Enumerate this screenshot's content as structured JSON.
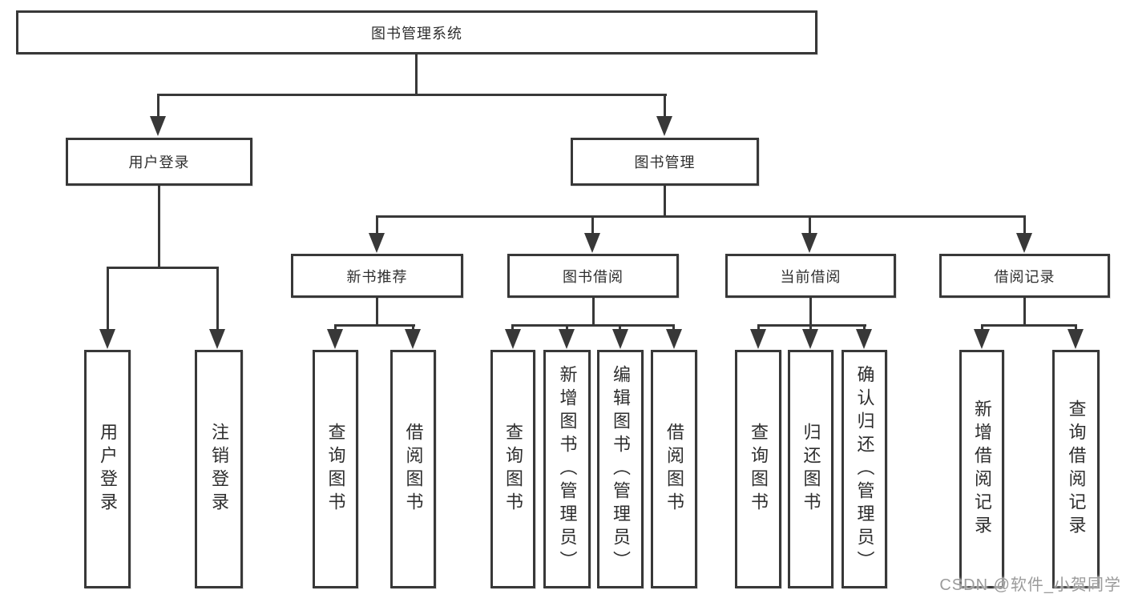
{
  "diagram": {
    "title": "图书管理系统",
    "groups": [
      {
        "label": "用户登录",
        "children": [
          "用户登录",
          "注销登录"
        ]
      },
      {
        "label": "图书管理",
        "sections": [
          {
            "label": "新书推荐",
            "children": [
              "查询图书",
              "借阅图书"
            ]
          },
          {
            "label": "图书借阅",
            "children": [
              "查询图书",
              "新增图书（管理员）",
              "编辑图书（管理员）",
              "借阅图书"
            ]
          },
          {
            "label": "当前借阅",
            "children": [
              "查询图书",
              "归还图书",
              "确认归还（管理员）"
            ]
          },
          {
            "label": "借阅记录",
            "children": [
              "新增借阅记录",
              "查询借阅记录"
            ]
          }
        ]
      }
    ]
  },
  "watermark": "CSDN @软件_小贺同学",
  "colors": {
    "line": "#383838",
    "box_border": "#383838",
    "box_background": "#ffffff",
    "text": "#2e2e2e",
    "watermark": "#9b9b9b",
    "background": "#ffffff"
  }
}
